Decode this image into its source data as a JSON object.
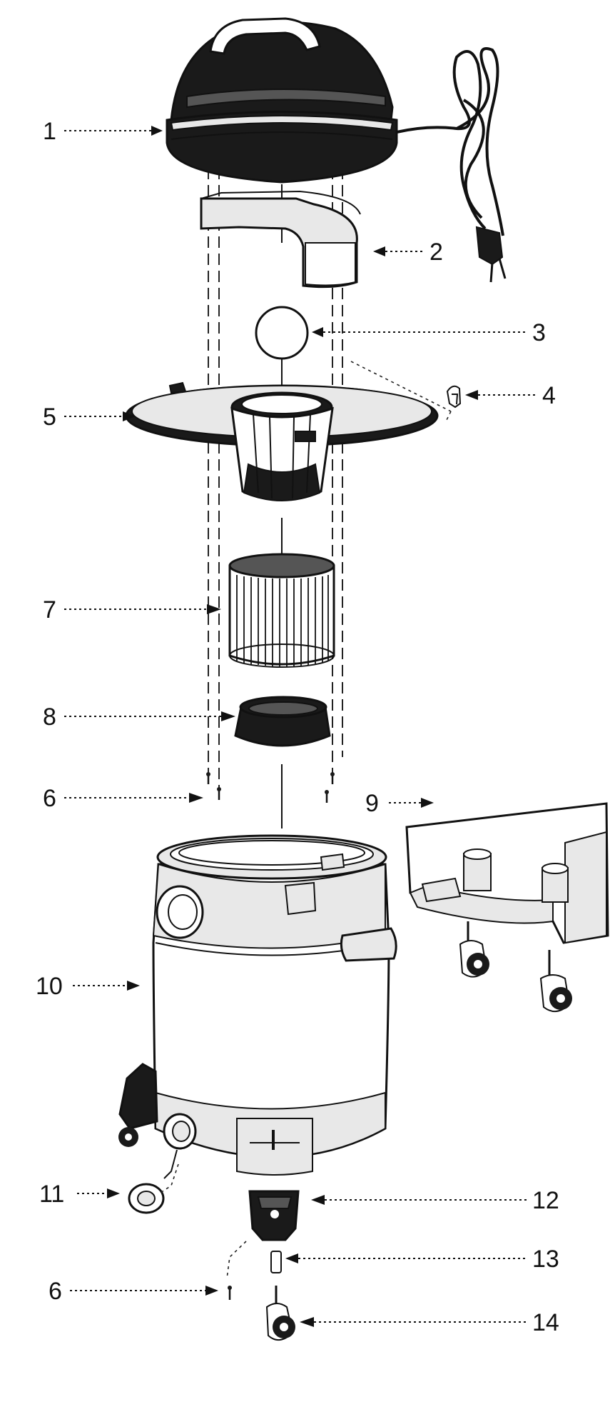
{
  "callouts": [
    {
      "id": "1",
      "label": "1"
    },
    {
      "id": "2",
      "label": "2"
    },
    {
      "id": "3",
      "label": "3"
    },
    {
      "id": "4",
      "label": "4"
    },
    {
      "id": "5",
      "label": "5"
    },
    {
      "id": "6a",
      "label": "6"
    },
    {
      "id": "7",
      "label": "7"
    },
    {
      "id": "8",
      "label": "8"
    },
    {
      "id": "9",
      "label": "9"
    },
    {
      "id": "10",
      "label": "10"
    },
    {
      "id": "11",
      "label": "11"
    },
    {
      "id": "12",
      "label": "12"
    },
    {
      "id": "13",
      "label": "13"
    },
    {
      "id": "6b",
      "label": "6"
    },
    {
      "id": "14",
      "label": "14"
    }
  ]
}
